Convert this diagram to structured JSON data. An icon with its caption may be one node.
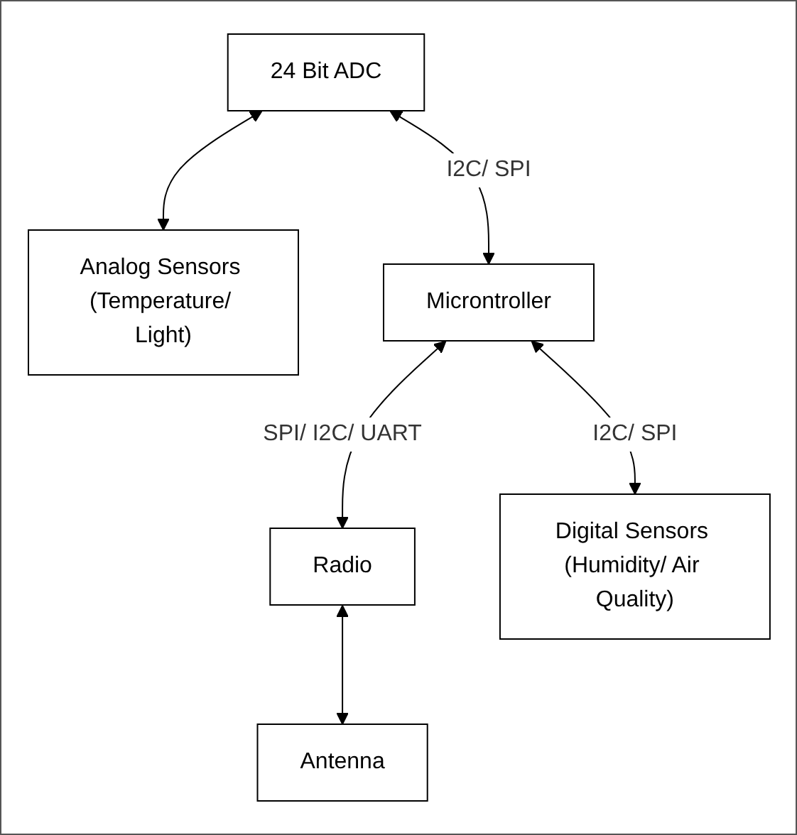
{
  "diagram": {
    "nodes": [
      {
        "text": [
          "24 Bit ADC"
        ]
      },
      {
        "text": [
          "Analog Sensors (Temperature/ Light)"
        ]
      },
      {
        "text": [
          "Microntroller"
        ]
      },
      {
        "text": [
          "Radio"
        ]
      },
      {
        "text": [
          "Digital Sensors (Humidity/ Air Quality)"
        ]
      },
      {
        "text": [
          "Antenna"
        ]
      }
    ],
    "edges": [
      {
        "from": 0,
        "to": 1,
        "arrow": "both"
      },
      {
        "from": 0,
        "to": 2,
        "arrow": "both",
        "label": "I2C/ SPI"
      },
      {
        "from": 2,
        "to": 3,
        "arrow": "both",
        "label": "SPI/ I2C/ UART"
      },
      {
        "from": 2,
        "to": 4,
        "arrow": "both",
        "label": "I2C/ SPI"
      },
      {
        "from": 3,
        "to": 5,
        "arrow": "both"
      }
    ]
  }
}
